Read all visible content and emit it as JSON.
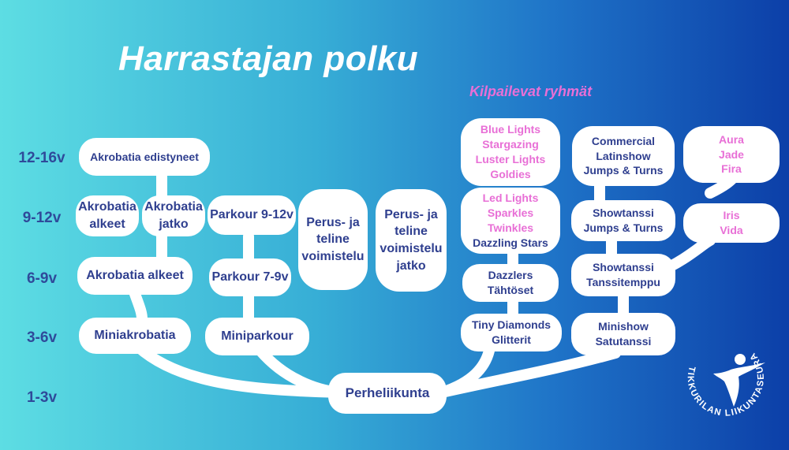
{
  "title": "Harrastajan polku",
  "subtitle": "Kilpailevat ryhmät",
  "ages": [
    "12-16v",
    "9-12v",
    "6-9v",
    "3-6v",
    "1-3v"
  ],
  "nodes": {
    "akro_edist": [
      "Akrobatia edistyneet"
    ],
    "akro_alkeet_9": [
      "Akrobatia",
      "alkeet"
    ],
    "akro_jatko_9": [
      "Akrobatia",
      "jatko"
    ],
    "akro_alkeet_6": [
      "Akrobatia alkeet"
    ],
    "miniakro": [
      "Miniakrobatia"
    ],
    "parkour_912": [
      "Parkour 9-12v"
    ],
    "parkour_79": [
      "Parkour 7-9v"
    ],
    "miniparkour": [
      "Miniparkour"
    ],
    "perus_teline": [
      "Perus- ja",
      "teline",
      "voimistelu"
    ],
    "perus_teline_jatko": [
      "Perus- ja",
      "teline",
      "voimistelu",
      "jatko"
    ],
    "perhe": [
      "Perheliikunta"
    ],
    "blue": [
      "Blue Lights",
      "Stargazing",
      "Luster Lights",
      "Goldies"
    ],
    "led_pink": [
      "Led Lights",
      "Sparkles",
      "Twinkles"
    ],
    "led_navy": [
      "Dazzling Stars"
    ],
    "dazzlers": [
      "Dazzlers",
      "Tähtöset"
    ],
    "tiny": [
      "Tiny Diamonds",
      "Glitterit"
    ],
    "commercial": [
      "Commercial",
      "Latinshow",
      "Jumps & Turns"
    ],
    "aura": [
      "Aura",
      "Jade",
      "Fira"
    ],
    "showtanssi_912": [
      "Showtanssi",
      "Jumps & Turns"
    ],
    "iris": [
      "Iris",
      "Vida"
    ],
    "showtanssi_69": [
      "Showtanssi",
      "Tanssitemppu"
    ],
    "minishow": [
      "Minishow",
      "Satutanssi"
    ]
  },
  "logo": {
    "text": "TIKKURILAN LIIKUNTASEURA"
  },
  "colors": {
    "pink": "#e86fd6",
    "navy": "#2f3f8f",
    "age": "#2f4a9a"
  }
}
